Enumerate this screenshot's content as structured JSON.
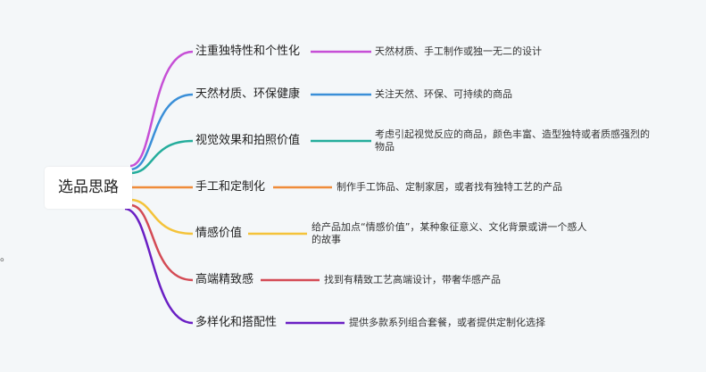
{
  "root": {
    "label": "选品思路"
  },
  "branches": [
    {
      "label": "注重独特性和个性化",
      "detail": "天然材质、手工制作或独一无二的设计",
      "color": "#c64fd6"
    },
    {
      "label": "天然材质、环保健康",
      "detail": "关注天然、环保、可持续的商品",
      "color": "#3a8fd8"
    },
    {
      "label": "视觉效果和拍照价值",
      "detail": "考虑引起视觉反应的商品，颜色丰富、造型独特或者质感强烈的物品",
      "color": "#24ad9c"
    },
    {
      "label": "手工和定制化",
      "detail": "制作手工饰品、定制家居，或者找有独特工艺的产品",
      "color": "#ef8c3a"
    },
    {
      "label": "情感价值",
      "detail": "给产品加点“情感价值”，某种象征意义、文化背景或讲一个感人的故事",
      "color": "#f4c33a"
    },
    {
      "label": "高端精致感",
      "detail": "找到有精致工艺高端设计，带奢华感产品",
      "color": "#d44b55"
    },
    {
      "label": "多样化和搭配性",
      "detail": "提供多款系列组合套餐，或者提供定制化选择",
      "color": "#6a1fc4"
    }
  ],
  "stray_mark": "。"
}
